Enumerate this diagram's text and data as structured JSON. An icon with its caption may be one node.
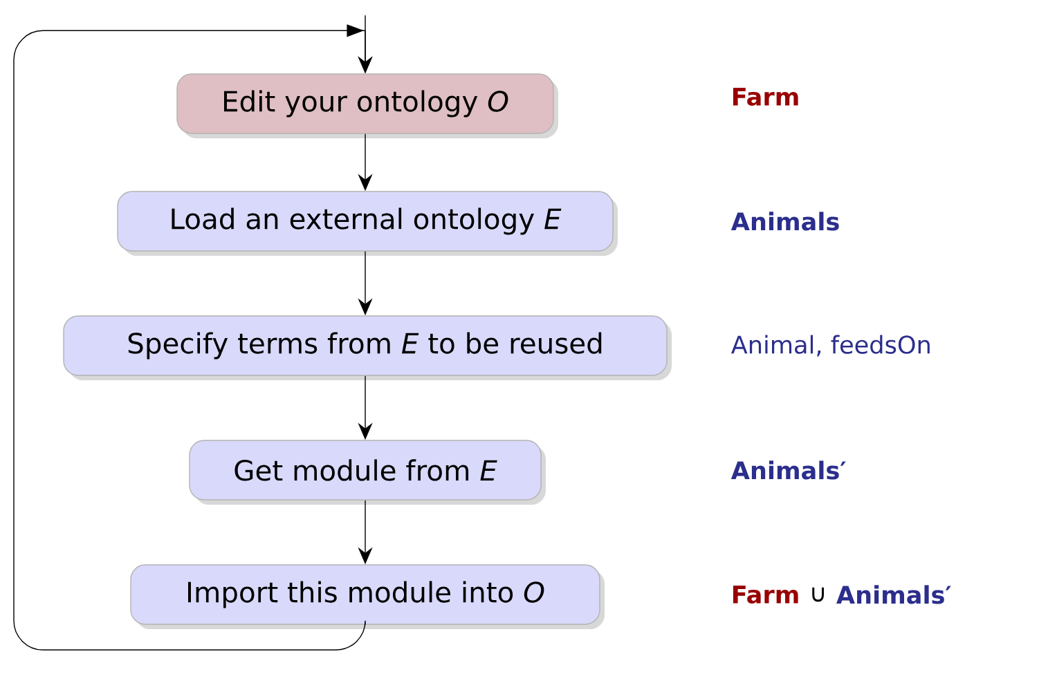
{
  "diagram": {
    "nodes": [
      {
        "text": [
          "Edit your ontology *O*"
        ]
      },
      {
        "text": [
          "Load an external ontology *E*"
        ]
      },
      {
        "text": [
          "Specify terms from *E* to be reused"
        ]
      },
      {
        "text": [
          "Get module from *E*"
        ]
      },
      {
        "text": [
          "Import this module into *O*"
        ]
      }
    ],
    "edges": [
      {
        "from": 0,
        "to": 1,
        "arrow": "to"
      },
      {
        "from": 1,
        "to": 2,
        "arrow": "to"
      },
      {
        "from": 2,
        "to": 3,
        "arrow": "to"
      },
      {
        "from": 3,
        "to": 4,
        "arrow": "to"
      },
      {
        "from": 4,
        "to": 0,
        "arrow": "to"
      },
      {
        "from": null,
        "to": 0,
        "arrow": "to"
      }
    ],
    "labels": [
      "Farm",
      "Animals",
      "Animal, feedsOn",
      "Animals′",
      "Farm",
      "∪",
      "Animals′"
    ]
  }
}
